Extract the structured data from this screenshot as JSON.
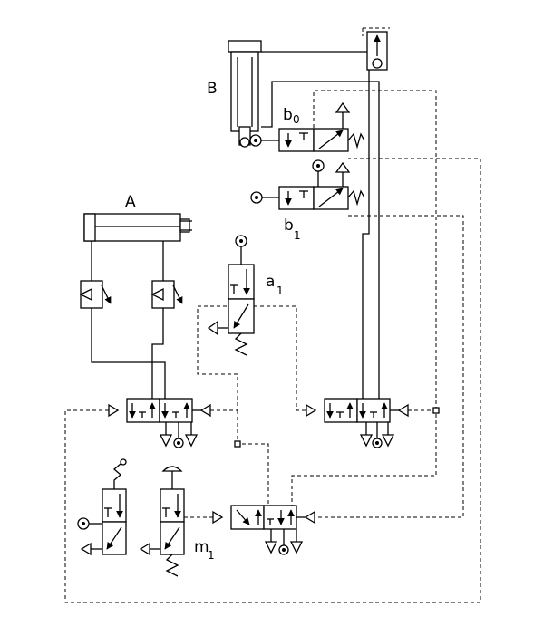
{
  "labels": {
    "cylinder_a": "A",
    "cylinder_b": "B",
    "valve_b0": "b",
    "valve_b0_sub": "0",
    "valve_b1": "b",
    "valve_b1_sub": "1",
    "valve_a1": "a",
    "valve_a1_sub": "1",
    "valve_m1": "m",
    "valve_m1_sub": "1"
  },
  "colors": {
    "line": "#000000",
    "background": "#ffffff"
  }
}
